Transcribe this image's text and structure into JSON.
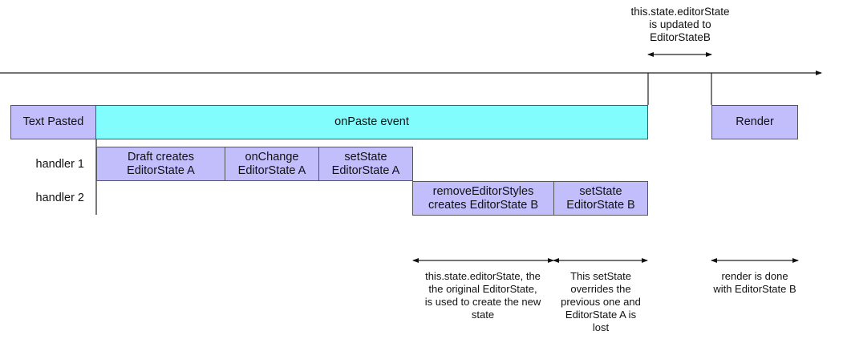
{
  "top_note": "this.state.editorState\nis updated to\nEditorStateB",
  "boxes": {
    "text_pasted": "Text Pasted",
    "onpaste_event": "onPaste event",
    "render": "Render",
    "draft_creates": "Draft creates\nEditorState A",
    "onchange": "onChange\nEditorState A",
    "setstate_a": "setState\nEditorState A",
    "remove_styles": "removeEditorStyles\ncreates EditorState B",
    "setstate_b": "setState\nEditorState B"
  },
  "row_labels": {
    "handler1": "handler 1",
    "handler2": "handler 2"
  },
  "bottom_notes": {
    "original_state": "this.state.editorState, the\nthe original EditorState,\nis used to create the new\nstate",
    "overrides": "This setState\noverrides the\nprevious one and\nEditorState A is\nlost",
    "render_done": "render is done\nwith EditorState B"
  },
  "colors": {
    "box_purple": "#c2bdfb",
    "box_cyan": "#80fdfc"
  }
}
